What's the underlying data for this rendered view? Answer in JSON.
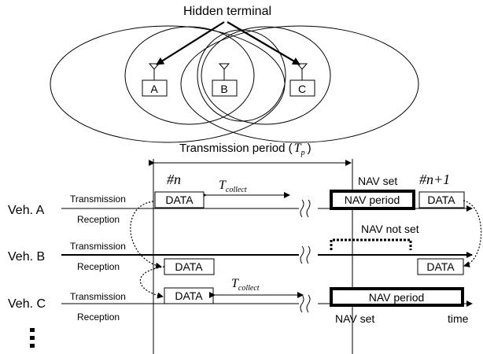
{
  "top": {
    "title": "Hidden terminal",
    "nodes": [
      "A",
      "B",
      "C"
    ]
  },
  "timeline": {
    "period_label": "Transmission period (",
    "period_symbol": "T",
    "period_sub": "p",
    "period_close": ")",
    "frame_n": "#n",
    "frame_n1": "#n+1",
    "collect_symbol": "T",
    "collect_sub": "collect",
    "nav_set": "NAV set",
    "nav_not_set": "NAV not set",
    "nav_period": "NAV period",
    "data": "DATA",
    "transmission": "Transmission",
    "reception": "Reception",
    "time": "time",
    "vehicles": [
      "Veh. A",
      "Veh. B",
      "Veh. C"
    ]
  }
}
